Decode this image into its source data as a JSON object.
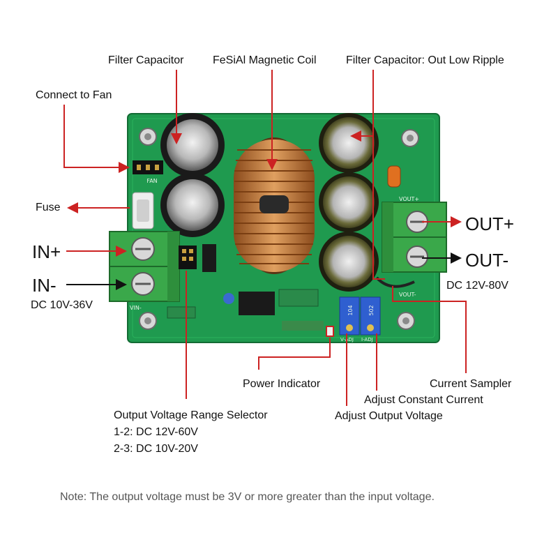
{
  "labels": {
    "filter_cap_in": "Filter Capacitor",
    "magnetic_coil": "FeSiAl Magnetic Coil",
    "filter_cap_out": "Filter Capacitor: Out Low Ripple",
    "fan": "Connect to Fan",
    "fuse": "Fuse",
    "in_plus": "IN+",
    "in_minus": "IN-",
    "in_range": "DC 10V-36V",
    "out_plus": "OUT+",
    "out_minus": "OUT-",
    "out_range": "DC 12V-80V",
    "power_indicator": "Power Indicator",
    "current_sampler": "Current Sampler",
    "adjust_current": "Adjust Constant Current",
    "adjust_voltage": "Adjust Output Voltage",
    "range_selector": "Output Voltage Range Selector",
    "range_1_2": "1-2: DC 12V-60V",
    "range_2_3": "2-3: DC 10V-20V"
  },
  "note": "Note: The output voltage must be 3V or more greater than the input voltage.",
  "board_text": {
    "fan": "FAN",
    "vout_plus": "VOUT+",
    "vout_minus": "VOUT-",
    "vin_minus": "VIN-",
    "pot_voltage": "104",
    "pot_current": "502",
    "v_adj": "V-ADJ",
    "i_adj": "I-ADJ"
  },
  "colors": {
    "pcb": "#1f9a4f",
    "pcb_dark": "#157a3a",
    "terminal": "#3aa84a",
    "leader_red": "#cc2222",
    "leader_black": "#111111",
    "copper": "#c4783a",
    "trimmer": "#2f5fd0"
  }
}
